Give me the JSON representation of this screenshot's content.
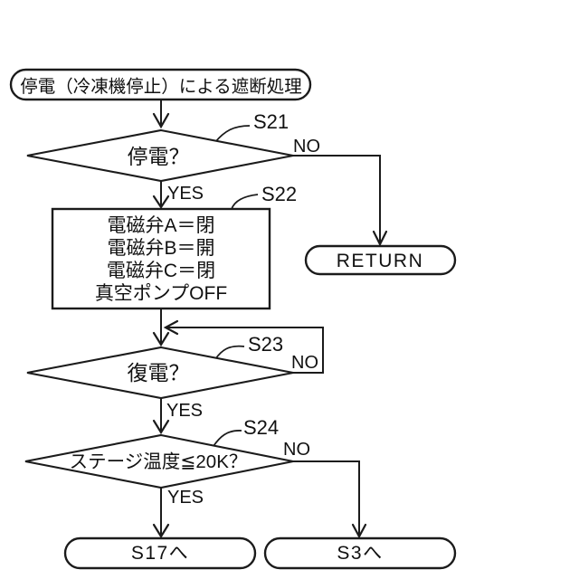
{
  "colors": {
    "line": "#1b1b1b",
    "background": "#ffffff"
  },
  "flowchart": {
    "start": {
      "label": "停電（冷凍機停止）による遮断処理"
    },
    "s21": {
      "tag": "S21",
      "question": "停電？",
      "yes": "YES",
      "no": "NO"
    },
    "s22": {
      "tag": "S22",
      "actions": [
        "電磁弁A＝閉",
        "電磁弁B＝開",
        "電磁弁C＝閉",
        "真空ポンプOFF"
      ]
    },
    "s23": {
      "tag": "S23",
      "question": "復電？",
      "yes": "YES",
      "no": "NO"
    },
    "s24": {
      "tag": "S24",
      "question": "ステージ温度≦20K？",
      "yes": "YES",
      "no": "NO"
    },
    "return": {
      "label": "RETURN"
    },
    "goto_s17": {
      "label": "S17へ"
    },
    "goto_s3": {
      "label": "S3へ"
    }
  }
}
